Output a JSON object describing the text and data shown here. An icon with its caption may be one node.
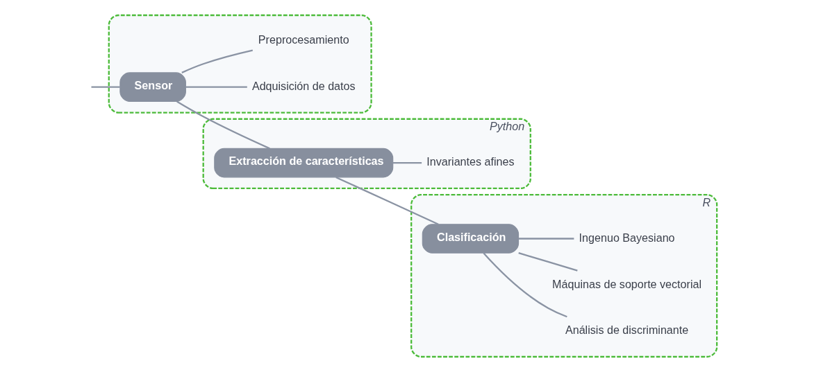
{
  "diagram": {
    "nodes": [
      {
        "text": [],
        "shape": "box"
      },
      {
        "text": [
          "Sensor"
        ],
        "in": 0
      },
      {
        "text": [
          "Adquisición de datos"
        ],
        "in": 0
      },
      {
        "text": [
          "Preprocesamiento"
        ],
        "in": 0
      },
      {
        "text": [
          "Python"
        ]
      },
      {
        "text": [
          "Extracción de características"
        ],
        "in": 4
      },
      {
        "text": [
          "Invariantes afines"
        ],
        "in": 4
      },
      {
        "text": [
          "R"
        ]
      },
      {
        "text": [
          "Clasificación"
        ],
        "in": 7
      },
      {
        "text": [
          "Análisis de discriminante"
        ],
        "in": 7
      },
      {
        "text": [
          "Máquinas de soporte vectorial"
        ],
        "in": 7
      },
      {
        "text": [
          "Ingenuo Bayesiano"
        ],
        "in": 7
      }
    ],
    "edges": [
      {
        "from": null,
        "to": 1,
        "arrow": "none"
      },
      {
        "from": 1,
        "to": 5,
        "arrow": "none"
      },
      {
        "from": 5,
        "to": 8,
        "arrow": "none"
      },
      {
        "from": 1,
        "to": 2,
        "arrow": "none"
      },
      {
        "from": 1,
        "to": 3,
        "arrow": "none"
      },
      {
        "from": 5,
        "to": 6,
        "arrow": "none"
      },
      {
        "from": 8,
        "to": 9,
        "arrow": "none"
      },
      {
        "from": 8,
        "to": 10,
        "arrow": "none"
      },
      {
        "from": 8,
        "to": 11,
        "arrow": "none"
      }
    ]
  }
}
